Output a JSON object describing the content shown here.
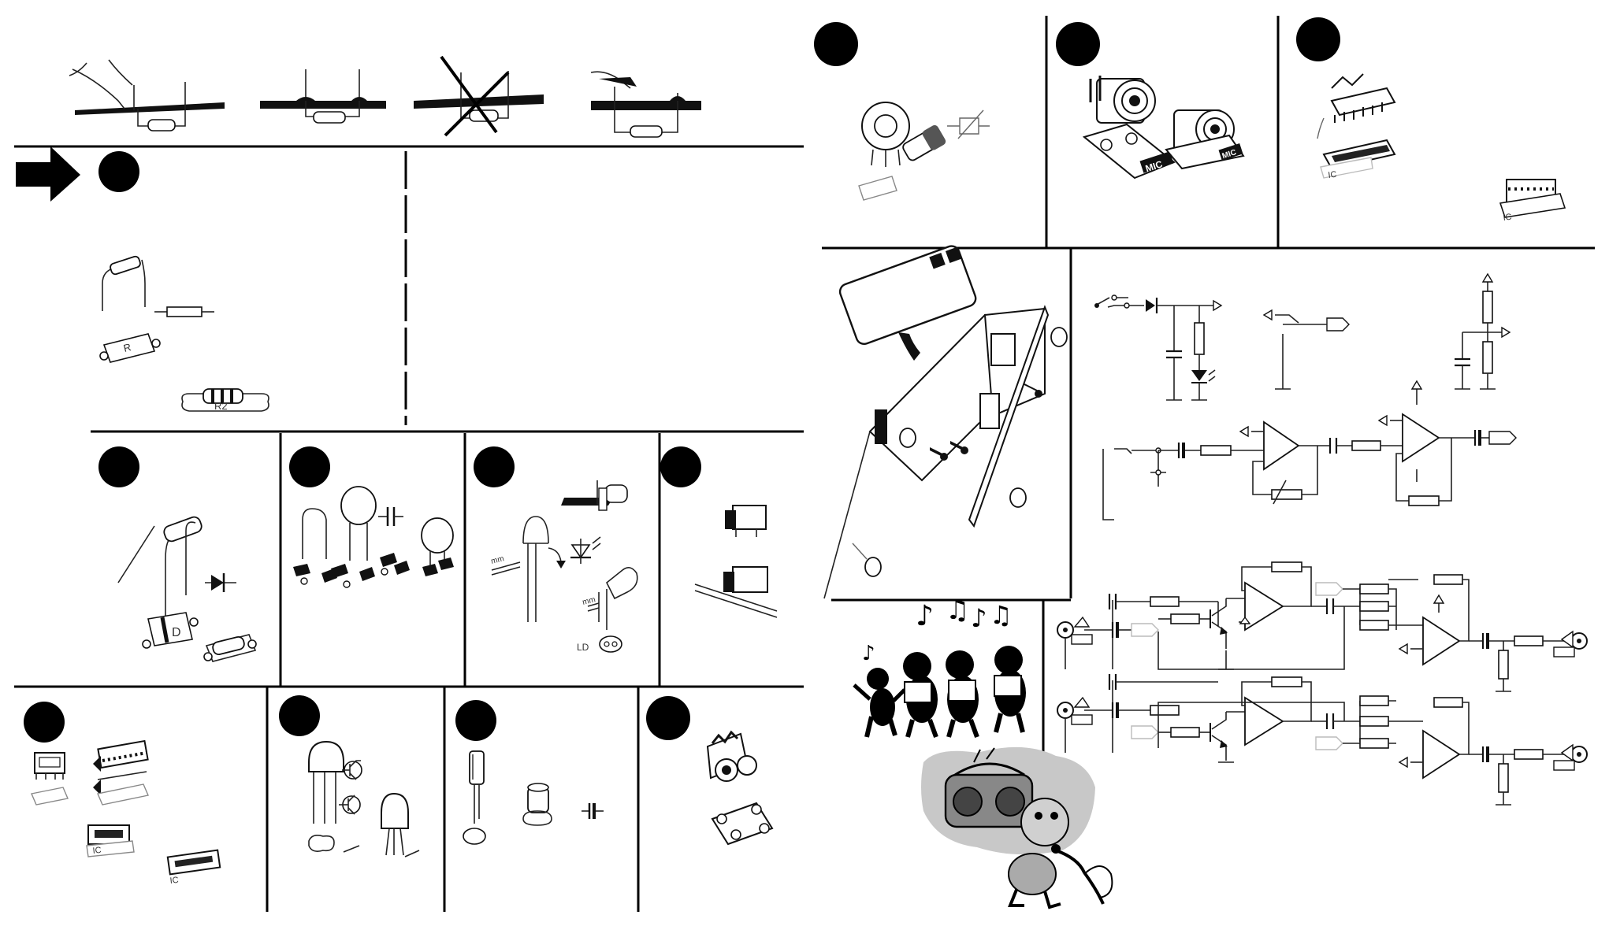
{
  "labels": {
    "resistor_mark": "R",
    "resistor_ref": "R2",
    "diode_mark": "D",
    "led_mark": "LD",
    "mic_jack_label": "MIC",
    "mic_jack_label_2": "MIC",
    "ic_mark": "IC",
    "mm_mark": "mm"
  },
  "icons": {
    "pointer": "arrow-right-icon",
    "step_marker": "filled-circle-icon",
    "music": "music-notes-icon"
  },
  "colors": {
    "ink": "#000000",
    "background": "#ffffff",
    "shadow": "#bdbdbd"
  }
}
